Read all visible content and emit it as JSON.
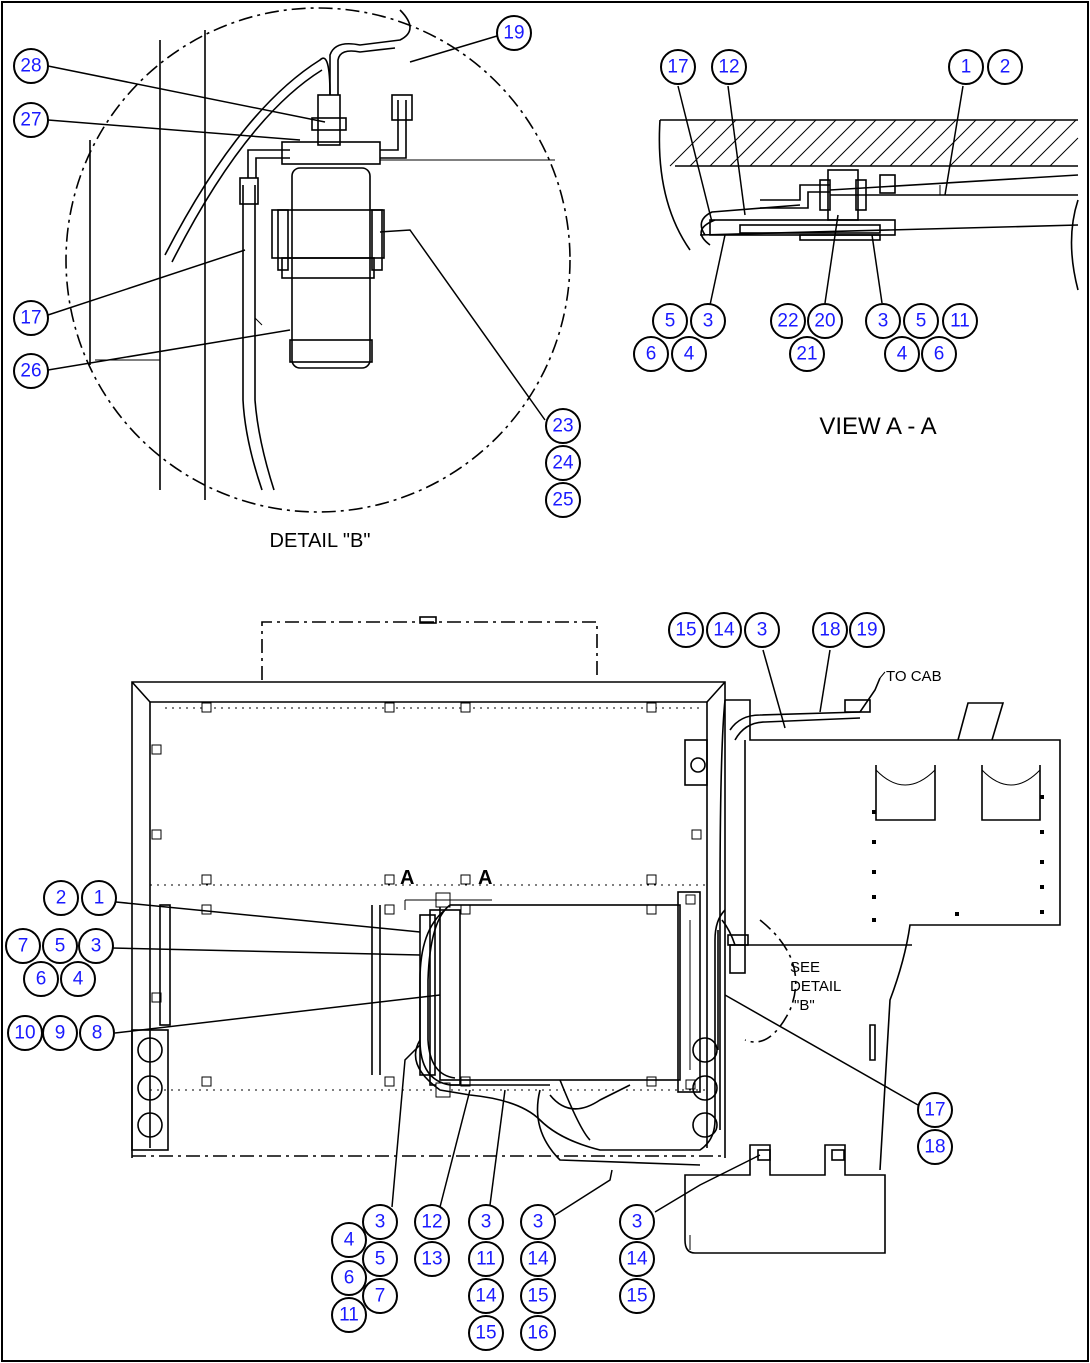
{
  "labels": {
    "detail_b": "DETAIL \"B\"",
    "view_aa": "VIEW A - A",
    "to_cab": "TO CAB",
    "see_detail_1": "SEE",
    "see_detail_2": "DETAIL",
    "see_detail_3": "\"B\"",
    "section_a1": "A",
    "section_a2": "A"
  },
  "balloons": [
    "28",
    "27",
    "17",
    "26",
    "19",
    "23",
    "24",
    "25",
    "17",
    "12",
    "1",
    "2",
    "5",
    "3",
    "6",
    "4",
    "22",
    "20",
    "21",
    "3",
    "5",
    "11",
    "4",
    "6",
    "15",
    "14",
    "3",
    "18",
    "19",
    "2",
    "1",
    "7",
    "5",
    "3",
    "6",
    "4",
    "10",
    "9",
    "8",
    "17",
    "18",
    "3",
    "4",
    "5",
    "6",
    "7",
    "11",
    "12",
    "13",
    "3",
    "11",
    "14",
    "15",
    "3",
    "14",
    "15",
    "16",
    "3",
    "14",
    "15"
  ]
}
